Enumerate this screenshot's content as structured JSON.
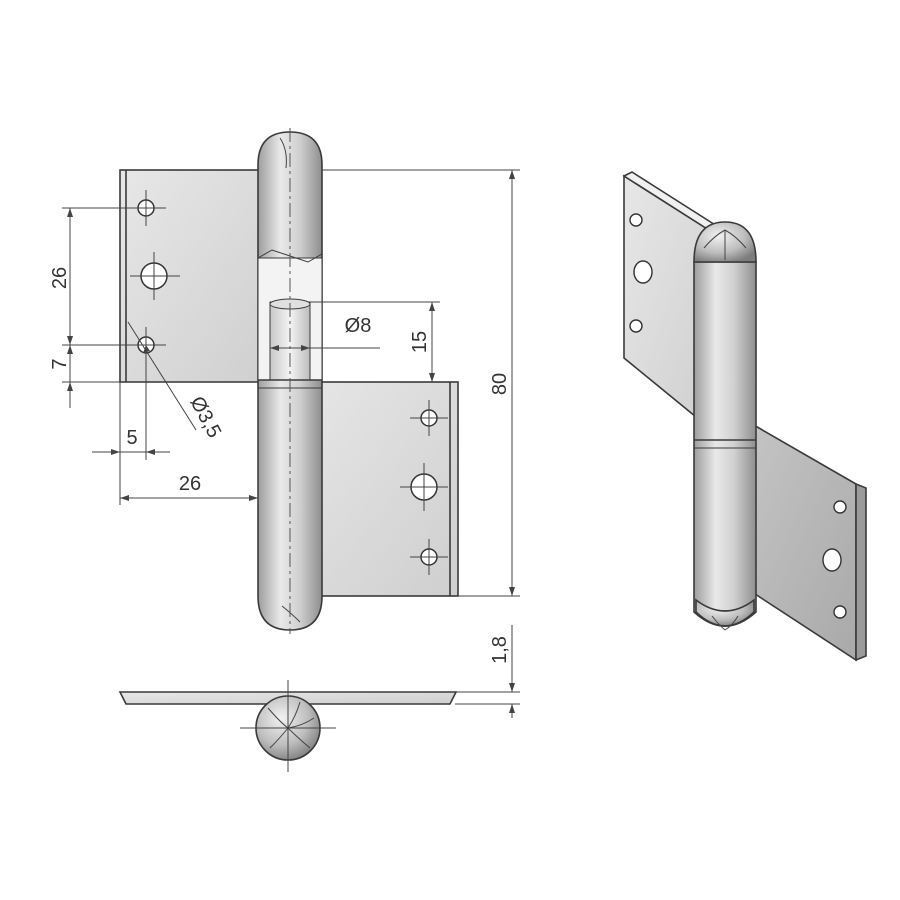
{
  "drawing": {
    "dimensions": {
      "hole_spacing": "26",
      "edge_to_hole": "7",
      "hole_dia": "Ø3,5",
      "hole_offset_x": "5",
      "leaf_width": "26",
      "pin_dia": "Ø8",
      "pin_height": "15",
      "total_height": "80",
      "thickness": "1,8"
    },
    "colors": {
      "metal_light": "#e4e4e4",
      "metal_mid": "#c9c9c9",
      "metal_dark": "#9a9a9a",
      "line": "#444444"
    }
  }
}
